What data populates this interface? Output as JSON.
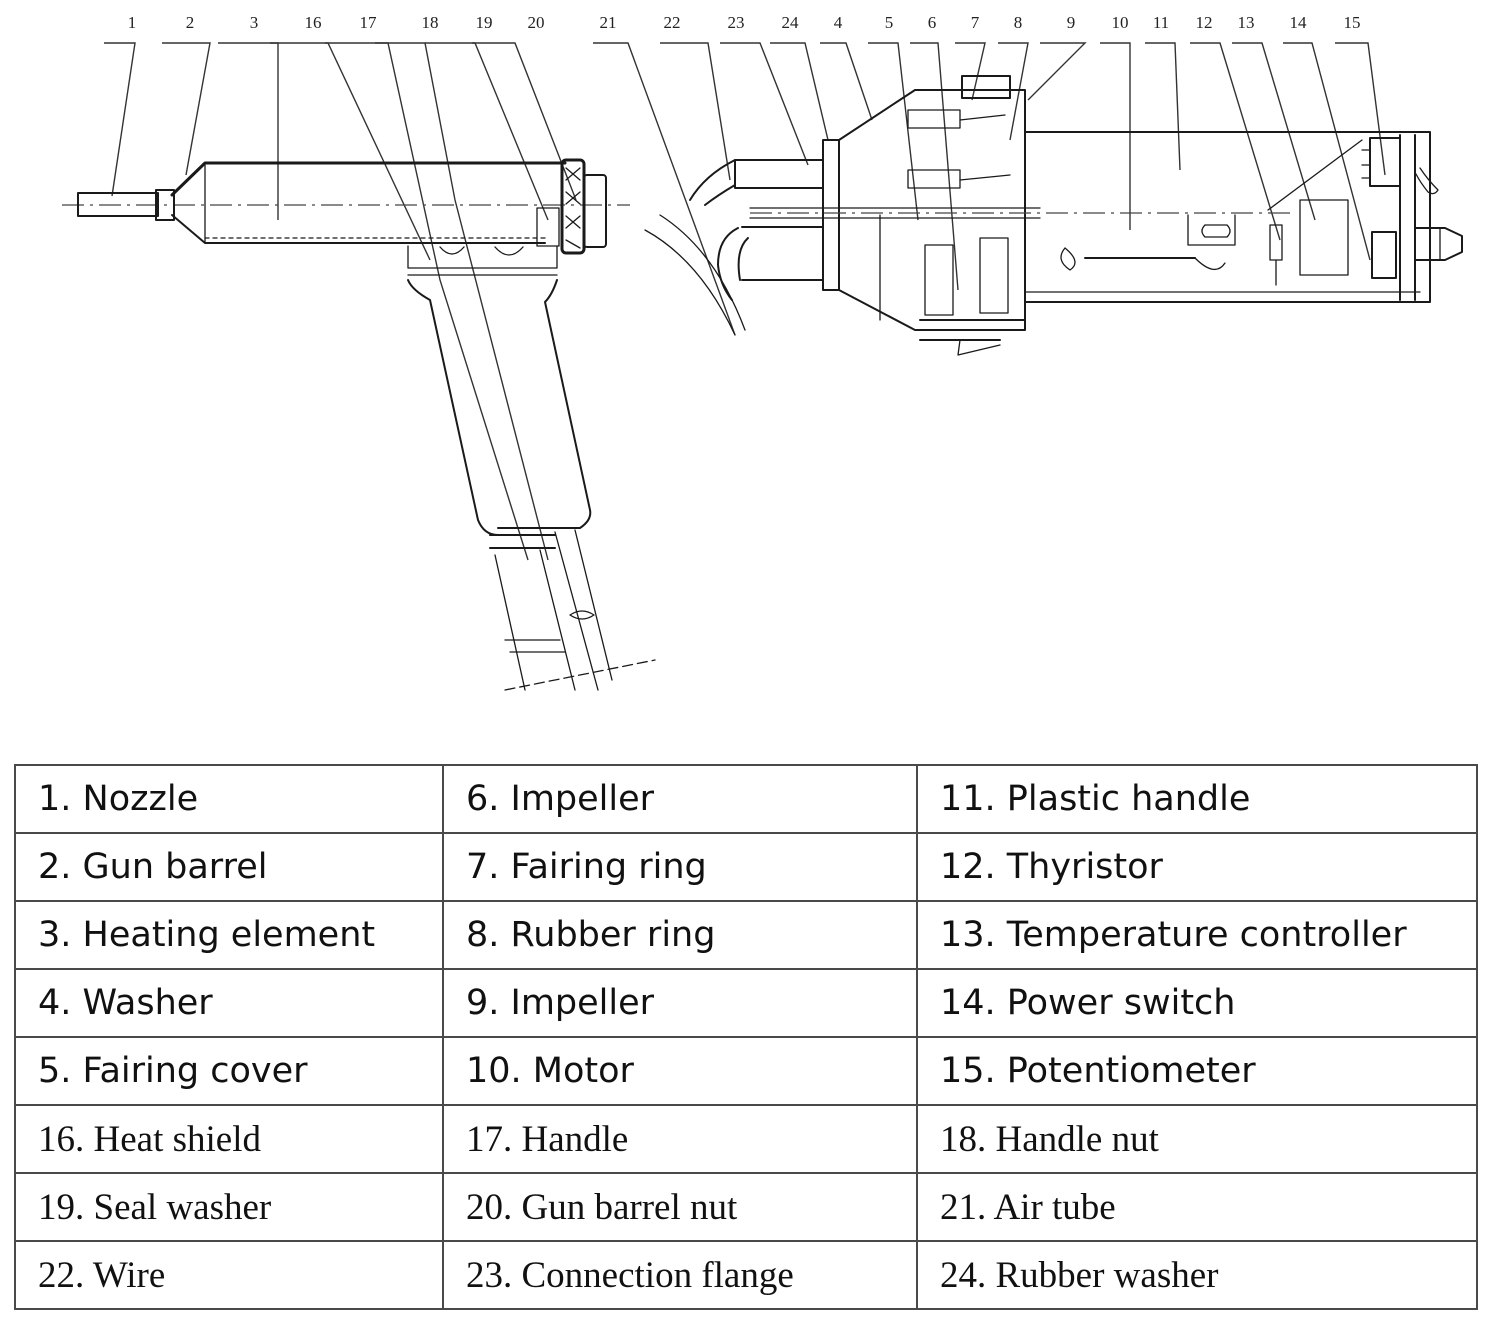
{
  "diagram": {
    "subject": "Hot air plastic welding gun - cross section",
    "callouts_left_group": [
      "1",
      "2",
      "3",
      "16",
      "17",
      "18",
      "19",
      "20"
    ],
    "callouts_right_group": [
      "21",
      "22",
      "23",
      "24",
      "4",
      "5",
      "6",
      "7",
      "8",
      "9",
      "10",
      "11",
      "12",
      "13",
      "14",
      "15"
    ]
  },
  "legend": {
    "rows": [
      [
        "1. Nozzle",
        "6. Impeller",
        "11. Plastic handle"
      ],
      [
        "2. Gun barrel",
        "7. Fairing ring",
        "12. Thyristor"
      ],
      [
        "3. Heating element",
        "8. Rubber ring",
        "13. Temperature controller"
      ],
      [
        "4. Washer",
        "9. Impeller",
        "14. Power switch"
      ],
      [
        "5. Fairing cover",
        "10. Motor",
        "15. Potentiometer"
      ],
      [
        "16. Heat shield",
        "17. Handle",
        "18. Handle nut"
      ],
      [
        "19. Seal washer",
        "20. Gun barrel nut",
        "21. Air tube"
      ],
      [
        "22. Wire",
        "23. Connection flange",
        "24. Rubber washer"
      ]
    ]
  }
}
